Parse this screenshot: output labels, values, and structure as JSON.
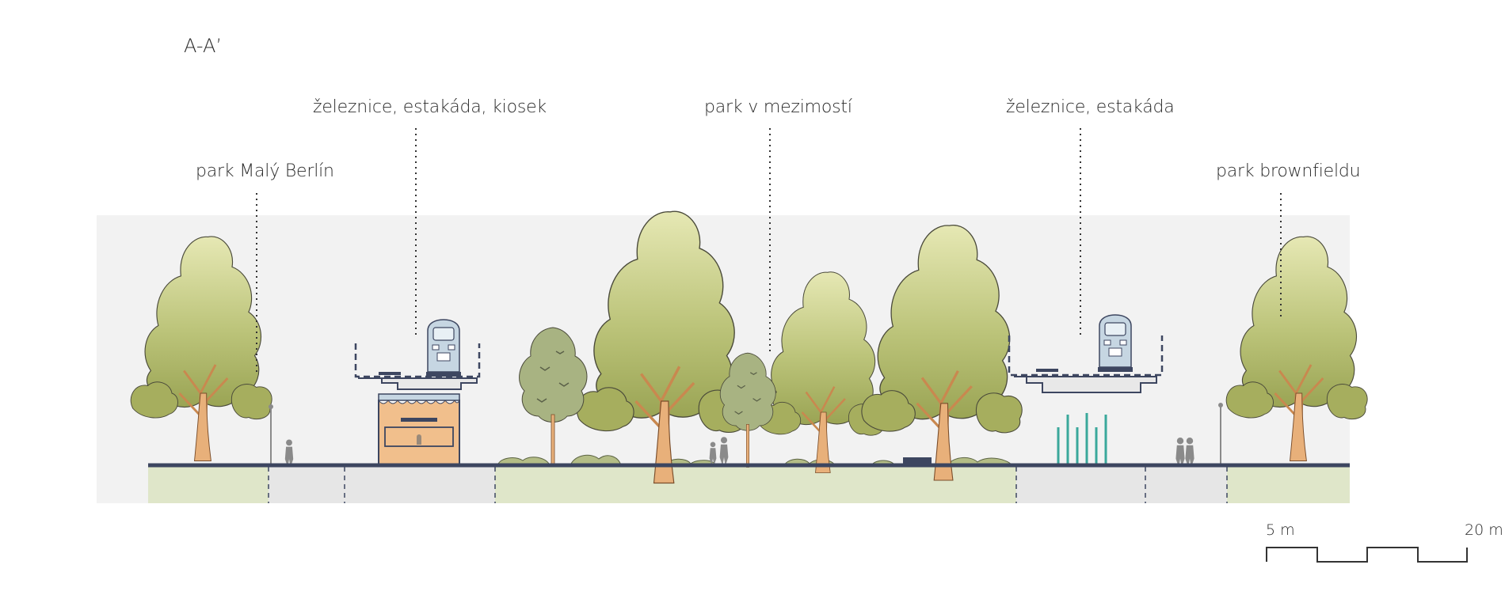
{
  "section": {
    "title": "A-A’"
  },
  "labels": {
    "park_maly_berlin": "park Malý Berlín",
    "rail_viaduct_kiosk": "železnice, estakáda, kiosek",
    "park_interspace": "park v mezimostí",
    "rail_viaduct": "železnice, estakáda",
    "park_brownfield": "park brownfieldu"
  },
  "scale": {
    "start_label": "5 m",
    "end_label": "20 m"
  },
  "colors": {
    "background_panel": "#f2f2f2",
    "ground_line": "#3d4660",
    "green_zone": "#dfe6c9",
    "gray_zone": "#e6e6e6",
    "tree_foliage": "#b6c077",
    "tree_trunk": "#e8b07a",
    "kiosk": "#f1bf8c",
    "train": "#c6d6e2",
    "fountain": "#3aa89b"
  }
}
